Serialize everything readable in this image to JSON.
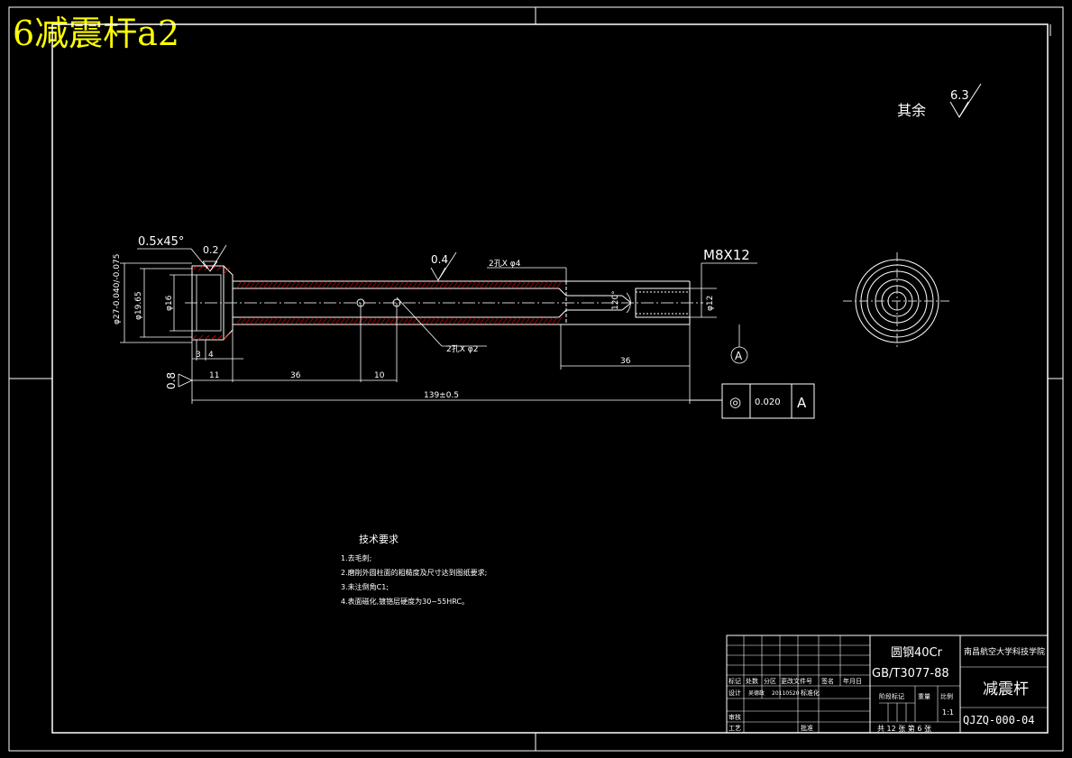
{
  "watermark": "6减震杆a2",
  "surface_finish_note": {
    "label": "其余",
    "value": "6.3"
  },
  "dimensions": {
    "chamfer": "0.5x45°",
    "finish_02": "0.2",
    "finish_04": "0.4",
    "finish_08": "0.8",
    "hole_top": "2孔X φ4",
    "hole_bottom": "2孔X φ2",
    "thread": "M8X12",
    "angle": "120°",
    "dia_outer": "φ27-0.040/-0.075",
    "dia_1965": "φ19.65",
    "dia_16": "φ16",
    "dia_12": "φ12",
    "len_3": "3",
    "len_4": "4",
    "len_11": "11",
    "len_36a": "36",
    "len_10": "10",
    "len_36b": "36",
    "len_total": "139±0.5",
    "datum": "A"
  },
  "tolerance_frame": {
    "symbol": "◎",
    "value": "0.020",
    "datum": "A"
  },
  "tech_requirements": {
    "title": "技术要求",
    "items": [
      "1.去毛刺;",
      "2.磨削外圆柱面的粗糙度及尺寸达到图纸要求;",
      "3.未注倒角C1;",
      "4.表面磁化,镀铬层硬度为30~55HRC。"
    ]
  },
  "title_block": {
    "material": "圆钢40Cr",
    "standard": "GB/T3077-88",
    "school": "南昌航空大学科技学院",
    "part_name": "减震杆",
    "drawing_no": "QJZQ-000-04",
    "scale": "1:1",
    "sheets": "共 12 张  第 6 张",
    "headers": [
      "标记",
      "处数",
      "分区",
      "更改文件号",
      "签名",
      "年月日"
    ],
    "design_row": [
      "设计",
      "吴德政",
      "20110520",
      "标准化"
    ],
    "review": "审核",
    "process": "工艺",
    "approve": "批准",
    "stage_label": "阶段标记",
    "weight_label": "重量",
    "scale_label": "比例"
  }
}
